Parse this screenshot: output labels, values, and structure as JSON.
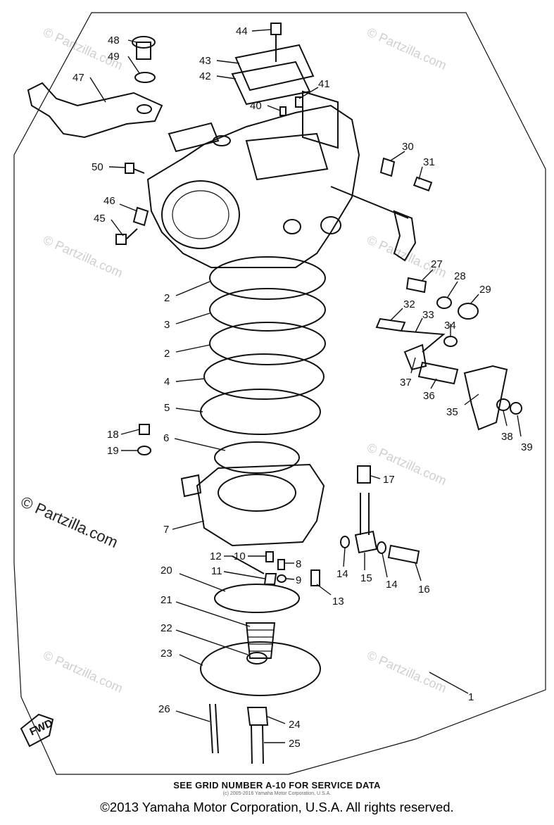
{
  "callouts": [
    {
      "id": "44",
      "label": "44"
    },
    {
      "id": "48",
      "label": "48"
    },
    {
      "id": "49",
      "label": "49"
    },
    {
      "id": "43",
      "label": "43"
    },
    {
      "id": "42",
      "label": "42"
    },
    {
      "id": "47",
      "label": "47"
    },
    {
      "id": "41",
      "label": "41"
    },
    {
      "id": "40",
      "label": "40"
    },
    {
      "id": "30",
      "label": "30"
    },
    {
      "id": "31",
      "label": "31"
    },
    {
      "id": "50",
      "label": "50"
    },
    {
      "id": "46",
      "label": "46"
    },
    {
      "id": "45",
      "label": "45"
    },
    {
      "id": "27",
      "label": "27"
    },
    {
      "id": "28",
      "label": "28"
    },
    {
      "id": "29",
      "label": "29"
    },
    {
      "id": "32",
      "label": "32"
    },
    {
      "id": "33",
      "label": "33"
    },
    {
      "id": "34",
      "label": "34"
    },
    {
      "id": "2a",
      "label": "2"
    },
    {
      "id": "3",
      "label": "3"
    },
    {
      "id": "2b",
      "label": "2"
    },
    {
      "id": "4",
      "label": "4"
    },
    {
      "id": "5",
      "label": "5"
    },
    {
      "id": "37",
      "label": "37"
    },
    {
      "id": "36",
      "label": "36"
    },
    {
      "id": "35",
      "label": "35"
    },
    {
      "id": "38",
      "label": "38"
    },
    {
      "id": "39",
      "label": "39"
    },
    {
      "id": "18",
      "label": "18"
    },
    {
      "id": "19",
      "label": "19"
    },
    {
      "id": "6",
      "label": "6"
    },
    {
      "id": "17",
      "label": "17"
    },
    {
      "id": "7",
      "label": "7"
    },
    {
      "id": "12",
      "label": "12"
    },
    {
      "id": "10",
      "label": "10"
    },
    {
      "id": "8",
      "label": "8"
    },
    {
      "id": "11",
      "label": "11"
    },
    {
      "id": "9",
      "label": "9"
    },
    {
      "id": "14a",
      "label": "14"
    },
    {
      "id": "15",
      "label": "15"
    },
    {
      "id": "14b",
      "label": "14"
    },
    {
      "id": "16",
      "label": "16"
    },
    {
      "id": "13",
      "label": "13"
    },
    {
      "id": "20",
      "label": "20"
    },
    {
      "id": "21",
      "label": "21"
    },
    {
      "id": "22",
      "label": "22"
    },
    {
      "id": "23",
      "label": "23"
    },
    {
      "id": "1",
      "label": "1"
    },
    {
      "id": "26",
      "label": "26"
    },
    {
      "id": "24",
      "label": "24"
    },
    {
      "id": "25",
      "label": "25"
    }
  ],
  "fwd_label": "FWD",
  "watermark": "© Partzilla.com",
  "footer_note": "SEE GRID NUMBER A-10 FOR SERVICE DATA",
  "footer_small": "(c) 2005-2016 Yamaha Motor Corporation, U.S.A.",
  "copyright": "©2013 Yamaha Motor Corporation, U.S.A. All rights reserved."
}
